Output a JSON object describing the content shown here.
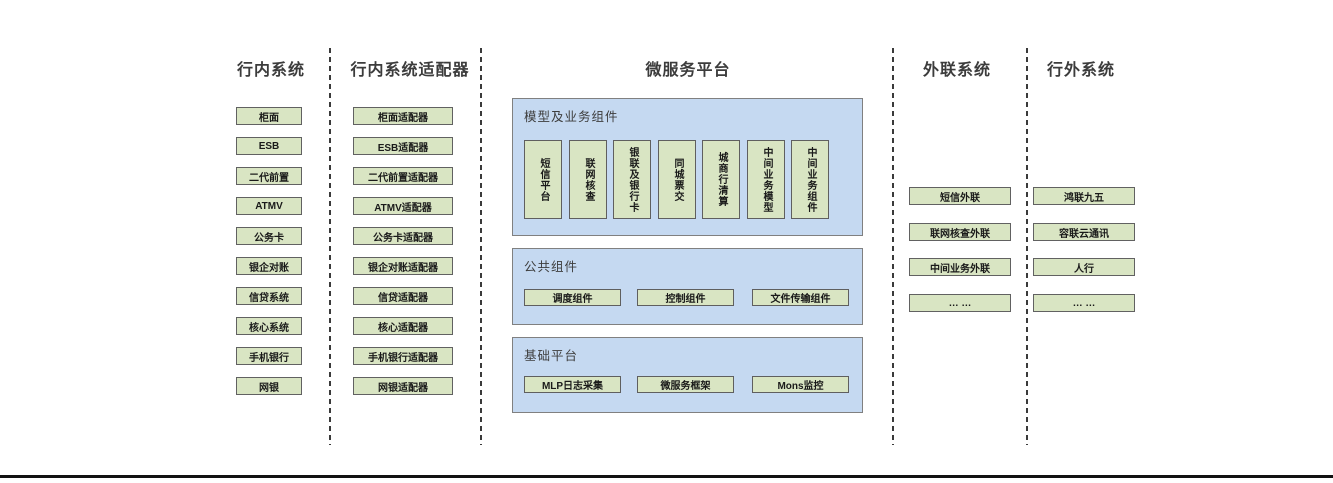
{
  "appearance": {
    "green_box_fill": "#d9e5c3",
    "green_box_border": "#616161",
    "blue_panel_fill": "#c5d9f1",
    "blue_panel_border": "#808080",
    "header_text_color": "#3c3c3c",
    "bottom_rule_color": "#111111"
  },
  "columns": {
    "inbank": {
      "title": "行内系统",
      "items": [
        "柜面",
        "ESB",
        "二代前置",
        "ATMV",
        "公务卡",
        "银企对账",
        "信贷系统",
        "核心系统",
        "手机银行",
        "网银"
      ]
    },
    "adapters": {
      "title": "行内系统适配器",
      "items": [
        "柜面适配器",
        "ESB适配器",
        "二代前置适配器",
        "ATMV适配器",
        "公务卡适配器",
        "银企对账适配器",
        "信贷适配器",
        "核心适配器",
        "手机银行适配器",
        "网银适配器"
      ]
    },
    "platform": {
      "title": "微服务平台",
      "sections": [
        {
          "label": "模型及业务组件",
          "items": [
            "短信平台",
            "联网核查",
            "银联及银行卡",
            "同城票交",
            "城商行清算",
            "中间业务模型",
            "中间业务组件"
          ]
        },
        {
          "label": "公共组件",
          "items": [
            "调度组件",
            "控制组件",
            "文件传输组件"
          ]
        },
        {
          "label": "基础平台",
          "items": [
            "MLP日志采集",
            "微服务框架",
            "Mons监控"
          ]
        }
      ]
    },
    "external_link": {
      "title": "外联系统",
      "items": [
        "短信外联",
        "联网核查外联",
        "中间业务外联",
        "… …"
      ]
    },
    "outside": {
      "title": "行外系统",
      "items": [
        "鸿联九五",
        "容联云通讯",
        "人行",
        "… …"
      ]
    }
  }
}
